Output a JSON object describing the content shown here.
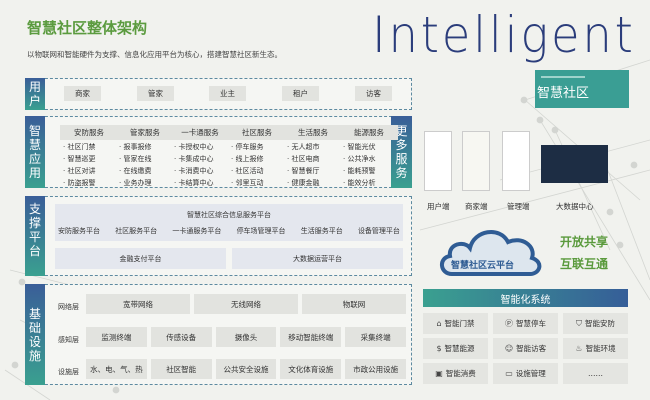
{
  "title": "智慧社区整体架构",
  "subtitle": "以物联网和智能硬件为支撑、信息化应用平台为核心，搭建智慧社区新生态。",
  "big_word": "Intelligent",
  "brand_box": "智慧社区",
  "users": {
    "label": "用户",
    "items": [
      "商家",
      "管家",
      "业主",
      "租户",
      "访客"
    ]
  },
  "apps": {
    "label": "智慧应用",
    "more": "更多服务",
    "services": [
      {
        "title": "安防服务",
        "items": [
          "社区门禁",
          "智慧巡更",
          "社区对讲",
          "防盗报警"
        ]
      },
      {
        "title": "管家服务",
        "items": [
          "报事报修",
          "管家在线",
          "在线缴费",
          "业务办理"
        ]
      },
      {
        "title": "一卡通服务",
        "items": [
          "卡授权中心",
          "卡集成中心",
          "卡消费中心",
          "卡结算中心"
        ]
      },
      {
        "title": "社区服务",
        "items": [
          "停车服务",
          "线上报修",
          "社区活动",
          "邻里互动"
        ]
      },
      {
        "title": "生活服务",
        "items": [
          "无人超市",
          "社区电商",
          "智慧餐厅",
          "健康金融"
        ]
      },
      {
        "title": "能源服务",
        "items": [
          "智能光伏",
          "公共净水",
          "能耗预警",
          "能效分析"
        ]
      }
    ]
  },
  "support": {
    "label": "支撑平台",
    "main": "智慧社区综合信息服务平台",
    "platforms": [
      "安防服务平台",
      "社区服务平台",
      "一卡通服务平台",
      "停车场管理平台",
      "生活服务平台",
      "设备管理平台"
    ],
    "bottom": [
      "金融支付平台",
      "大数据运营平台"
    ]
  },
  "infra": {
    "label": "基础设施",
    "rows": [
      {
        "name": "网络层",
        "items": [
          "宽带网络",
          "无线网络",
          "物联网"
        ]
      },
      {
        "name": "感知层",
        "items": [
          "监测终端",
          "传感设备",
          "摄像头",
          "移动智能终端",
          "采集终端"
        ]
      },
      {
        "name": "设施层",
        "items": [
          "水、电、气、热",
          "社区智能",
          "公共安全设施",
          "文化体育设施",
          "市政公用设施"
        ]
      }
    ]
  },
  "clients": [
    "用户端",
    "商家端",
    "管理端",
    "大数据中心"
  ],
  "cloud": "智慧社区云平台",
  "slogans": [
    "开放共享",
    "互联互通"
  ],
  "systems": {
    "title": "智能化系统",
    "items": [
      {
        "icon": "lock-icon",
        "glyph": "⌂",
        "label": "智能门禁"
      },
      {
        "icon": "parking-icon",
        "glyph": "Ⓟ",
        "label": "智慧停车"
      },
      {
        "icon": "shield-icon",
        "glyph": "⛉",
        "label": "智能安防"
      },
      {
        "icon": "energy-icon",
        "glyph": "$",
        "label": "智慧能源"
      },
      {
        "icon": "visitor-icon",
        "glyph": "☺",
        "label": "智能访客"
      },
      {
        "icon": "environment-icon",
        "glyph": "♨",
        "label": "智能环境"
      },
      {
        "icon": "payment-icon",
        "glyph": "▣",
        "label": "智能消费"
      },
      {
        "icon": "device-icon",
        "glyph": "▭",
        "label": "设施管理"
      },
      {
        "icon": "",
        "glyph": "",
        "label": "……"
      }
    ]
  }
}
